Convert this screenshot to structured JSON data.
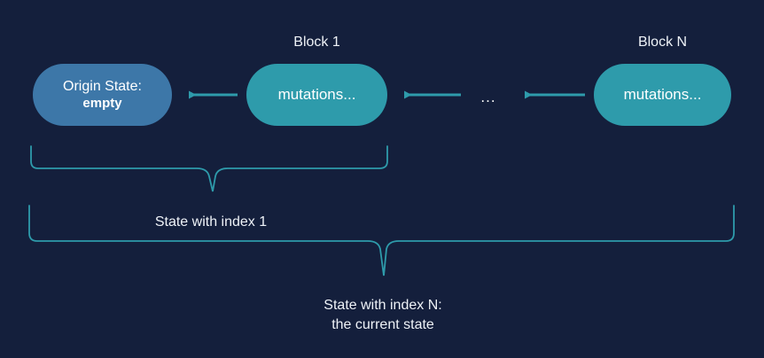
{
  "theme": {
    "background": "#141f3c",
    "origin_fill": "#3d77a8",
    "block_fill": "#2e9bab",
    "accent": "#2e9bab",
    "text": "#ffffff"
  },
  "diagram": {
    "title_block_1": "Block 1",
    "title_block_n": "Block N",
    "origin_node": {
      "line1": "Origin State:",
      "line2": "empty"
    },
    "block_1_label": "mutations...",
    "block_n_label": "mutations...",
    "ellipsis": "...",
    "brace_1_caption": "State with index 1",
    "brace_2_caption": "State with index N:\nthe current state",
    "arrows": [
      {
        "name": "arrow-block1-to-origin",
        "direction": "left"
      },
      {
        "name": "arrow-ellipsis-to-block1",
        "direction": "left"
      },
      {
        "name": "arrow-blockn-to-ellipsis",
        "direction": "left"
      }
    ]
  }
}
